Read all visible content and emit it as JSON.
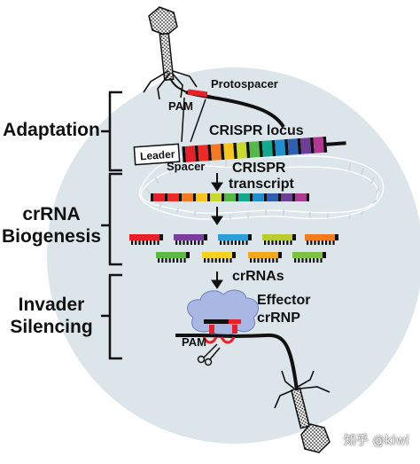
{
  "stages": {
    "adaptation": "Adaptation",
    "biogenesis_line1": "crRNA",
    "biogenesis_line2": "Biogenesis",
    "silencing_line1": "Invader",
    "silencing_line2": "Silencing"
  },
  "labels": {
    "protospacer": "Protospacer",
    "pam_top": "PAM",
    "crispr_locus": "CRISPR locus",
    "leader": "Leader",
    "spacer": "Spacer",
    "transcript_line1": "CRISPR",
    "transcript_line2": "transcript",
    "crrnas": "crRNAs",
    "effector_line1": "Effector",
    "effector_line2": "crRNP",
    "pam_bottom": "PAM"
  },
  "watermark": "知乎 @kiwi",
  "colors": {
    "background_circle": "#dce6ea",
    "protospacer": "#e8202a",
    "repeat": "#111111",
    "effector_cloud": "#a9b8e3",
    "spectrum": [
      "#ee2a24",
      "#f47a20",
      "#f7c51b",
      "#c8d92f",
      "#55b947",
      "#12a98e",
      "#1f8fd0",
      "#2e5fb5",
      "#6d3d98",
      "#b23a8e"
    ],
    "crrna_colors_row1": [
      "#e8202a",
      "#7a3e9d",
      "#2b9fd9",
      "#b9cc2f",
      "#f47a20"
    ],
    "crrna_colors_row2": [
      "#5db846",
      "#f5d21f",
      "#f1a81d",
      "#7dc242"
    ]
  }
}
